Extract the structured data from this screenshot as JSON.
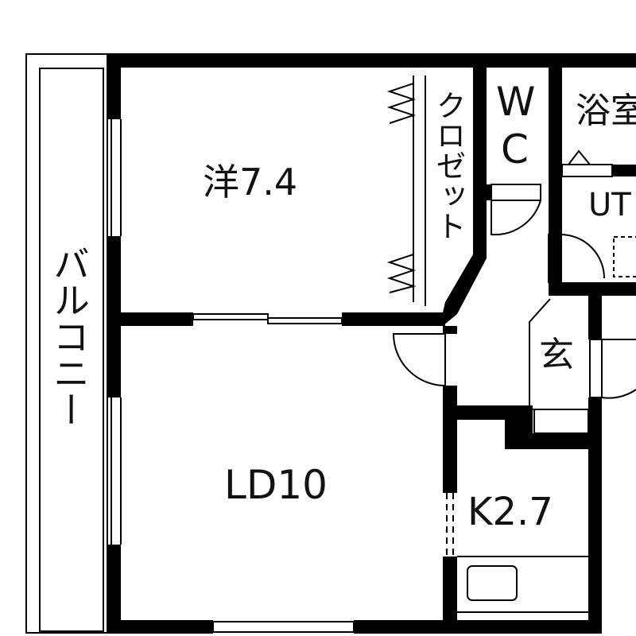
{
  "rooms": {
    "balcony": "バルコニー",
    "western_room": "洋7.4",
    "closet": "クロゼット",
    "wc_w": "W",
    "wc_c": "C",
    "bath": "浴室",
    "utility": "UT",
    "entrance": "玄",
    "living_dining": "LD10",
    "kitchen": "K2.7"
  },
  "colors": {
    "wall": "#000000",
    "background": "#ffffff"
  }
}
